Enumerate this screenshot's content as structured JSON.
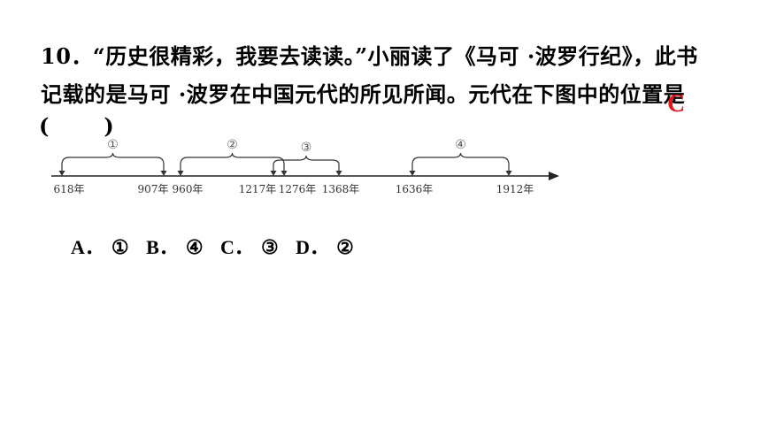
{
  "question": {
    "line1": "10．“历史很精彩，我要去读读。”小丽读了《马可 ·波罗行纪》，此书",
    "line2": "记载的是马可 ·波罗在中国元代的所见所闻。元代在下图中的位置是",
    "paren_open": "(",
    "paren_close": ")",
    "answer": "C"
  },
  "timeline": {
    "ticks": [
      {
        "label": "618年",
        "id": "618"
      },
      {
        "label": "907年",
        "id": "907"
      },
      {
        "label": "960年",
        "id": "960"
      },
      {
        "label": "1217年",
        "id": "1217"
      },
      {
        "label": "1276年",
        "id": "1276"
      },
      {
        "label": "1368年",
        "id": "1368"
      },
      {
        "label": "1636年",
        "id": "1636"
      },
      {
        "label": "1912年",
        "id": "1912"
      }
    ],
    "segments": [
      {
        "mark": "①",
        "from": "618",
        "to": "907"
      },
      {
        "mark": "②",
        "from": "960",
        "to": "1276"
      },
      {
        "mark": "③",
        "from": "1217",
        "to": "1368"
      },
      {
        "mark": "④",
        "from": "1636",
        "to": "1912"
      }
    ]
  },
  "options": [
    {
      "letter": "A．",
      "value": "①"
    },
    {
      "letter": "B．",
      "value": "④"
    },
    {
      "letter": "C．",
      "value": "③"
    },
    {
      "letter": "D．",
      "value": "②"
    }
  ]
}
